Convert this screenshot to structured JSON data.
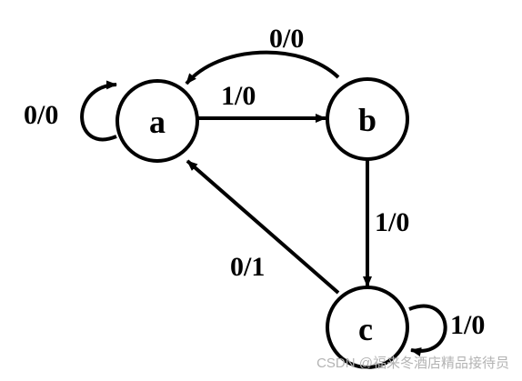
{
  "diagram": {
    "type": "state-machine",
    "states": [
      {
        "id": "a",
        "label": "a"
      },
      {
        "id": "b",
        "label": "b"
      },
      {
        "id": "c",
        "label": "c"
      }
    ],
    "transitions": [
      {
        "from": "a",
        "to": "a",
        "label": "0/0"
      },
      {
        "from": "a",
        "to": "b",
        "label": "1/0"
      },
      {
        "from": "b",
        "to": "a",
        "label": "0/0"
      },
      {
        "from": "b",
        "to": "c",
        "label": "1/0"
      },
      {
        "from": "c",
        "to": "a",
        "label": "0/1"
      },
      {
        "from": "c",
        "to": "c",
        "label": "1/0"
      }
    ]
  },
  "watermark": "CSDN @福来冬酒店精品接待员"
}
